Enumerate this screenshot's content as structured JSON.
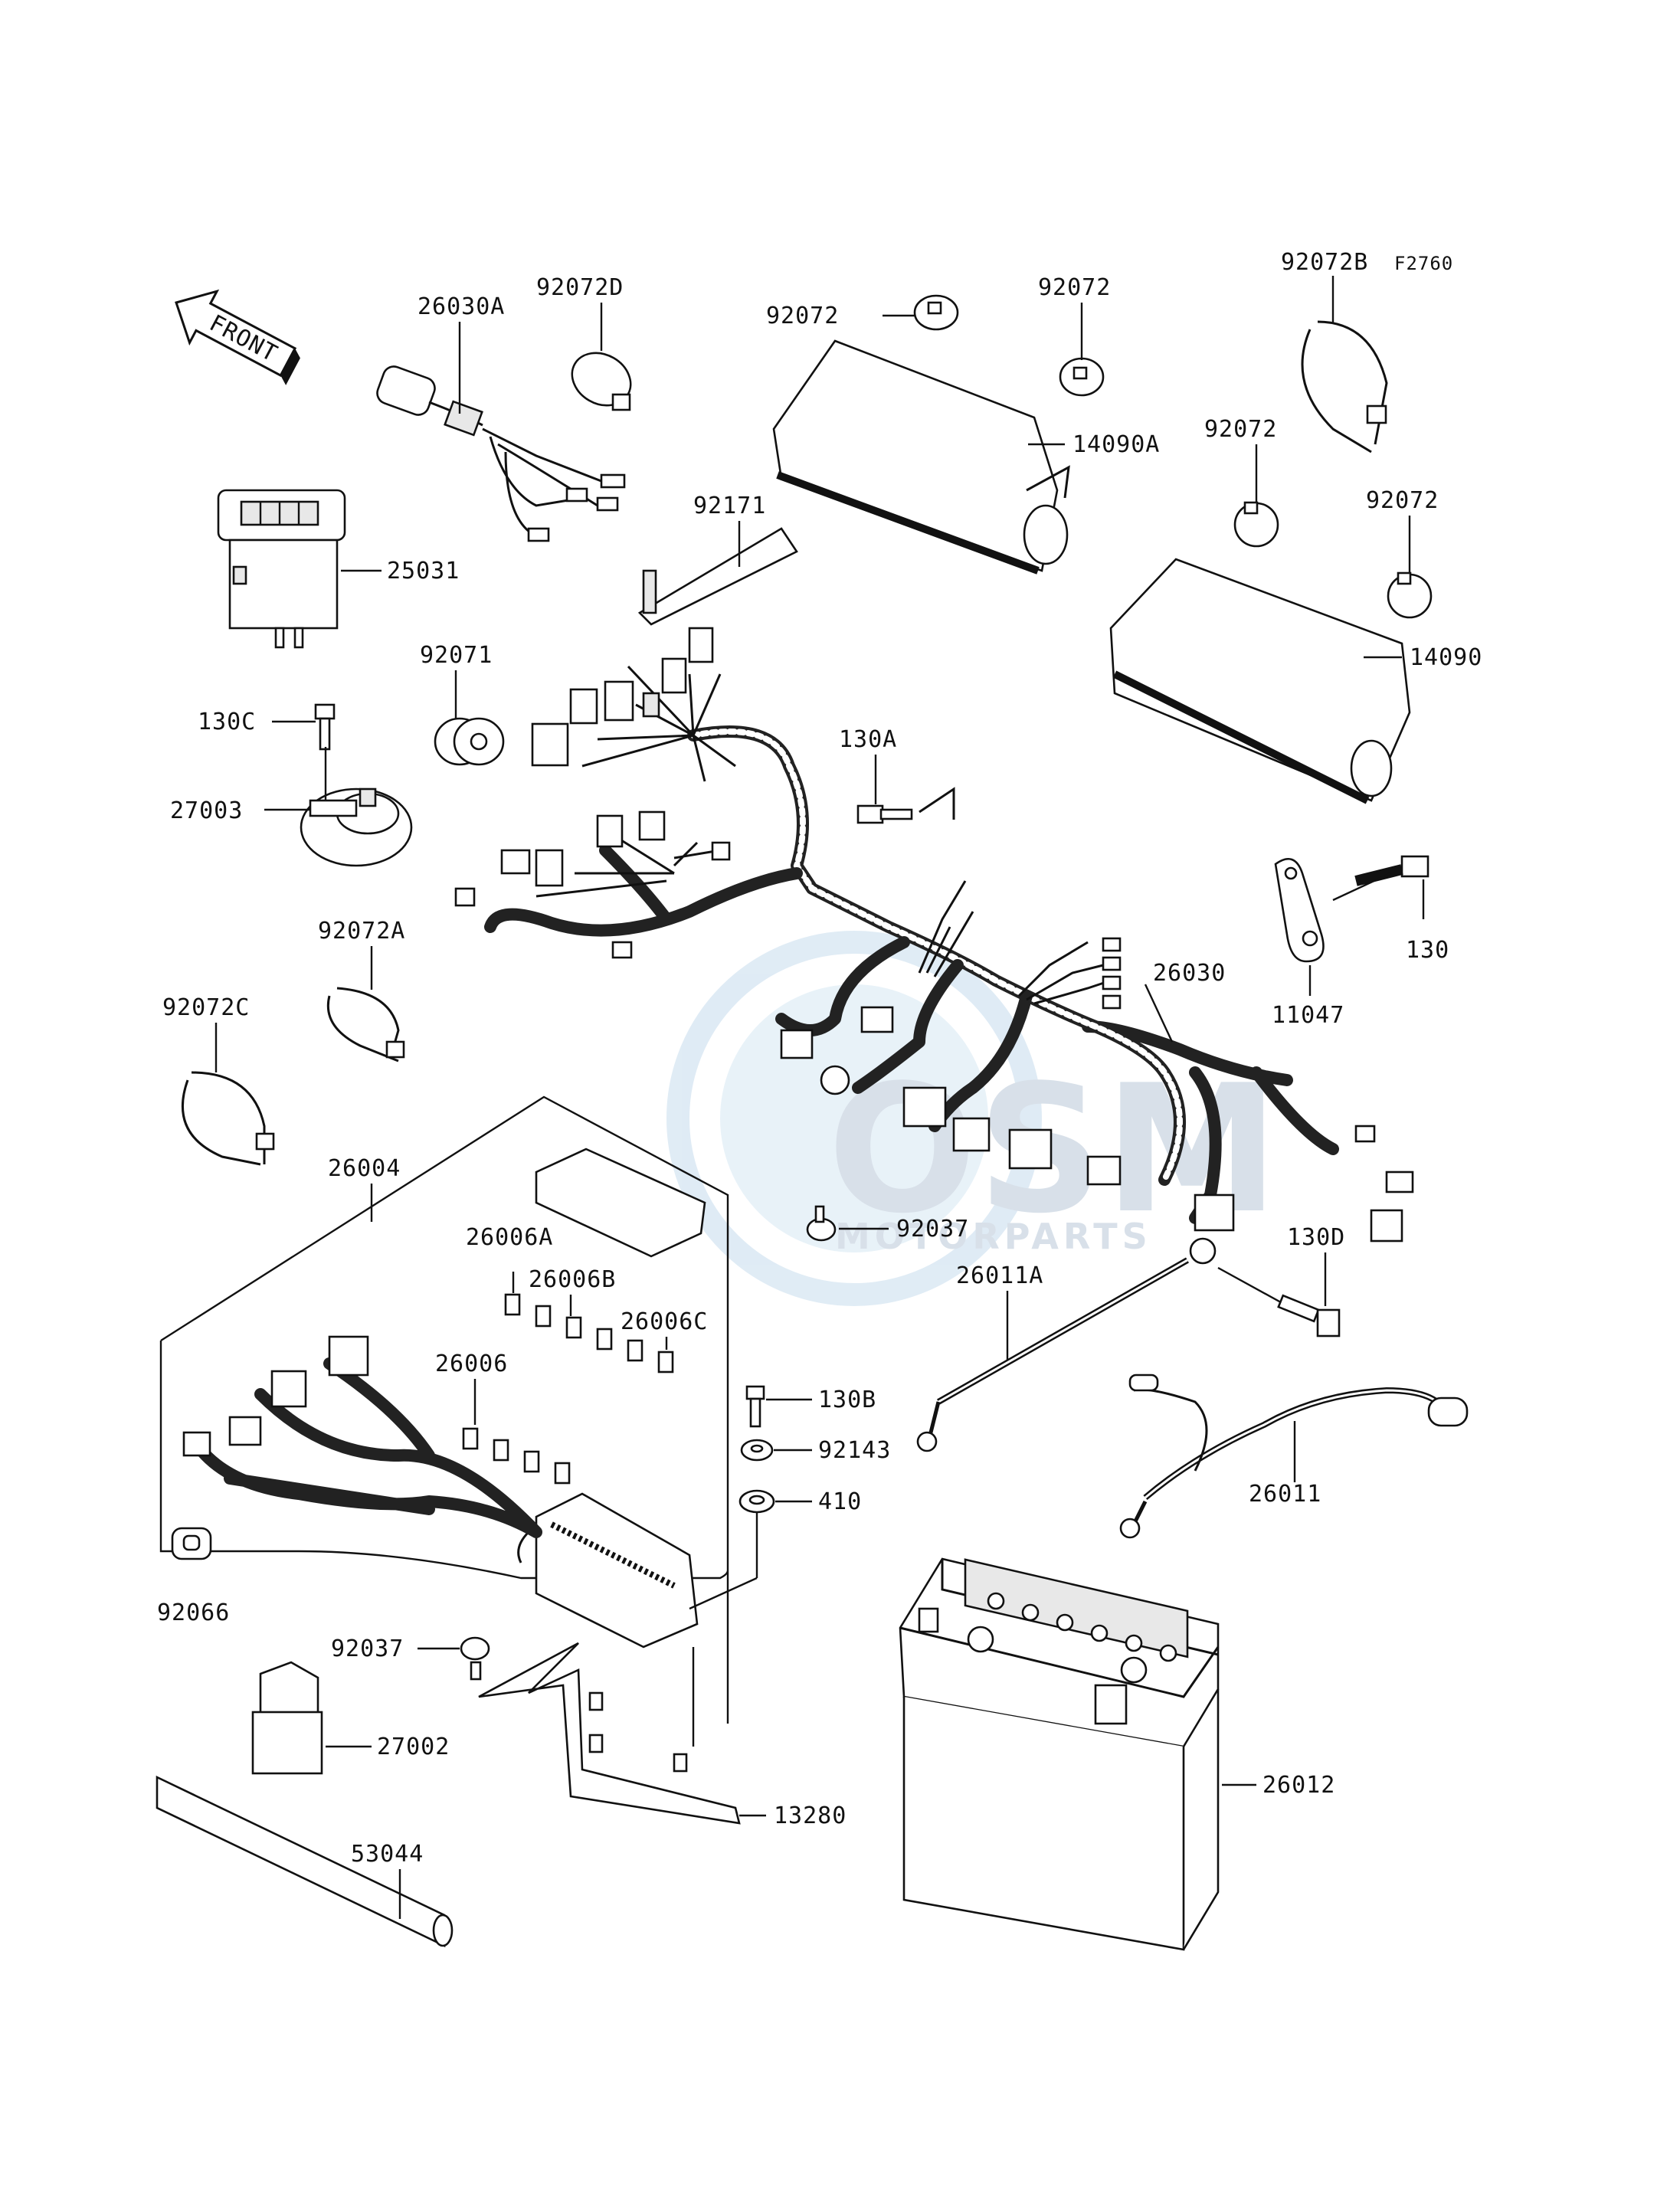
{
  "diagram_code": "F2760",
  "front_label": "FRONT",
  "watermark": {
    "main": "OSM",
    "sub": "MOTORPARTS"
  },
  "parts": {
    "p92072D": "92072D",
    "p26030A": "26030A",
    "p92072_a": "92072",
    "p92072_b": "92072",
    "p14090A": "14090A",
    "p92072B": "92072B",
    "p92072_c": "92072",
    "p92072_d": "92072",
    "p92171": "92171",
    "p25031": "25031",
    "p14090": "14090",
    "p92071": "92071",
    "p130C": "130C",
    "p130A": "130A",
    "p27003": "27003",
    "p130": "130",
    "p92072A": "92072A",
    "p11047": "11047",
    "p92072C": "92072C",
    "p26030": "26030",
    "p26004": "26004",
    "p92037_a": "92037",
    "p26006A": "26006A",
    "p26006B": "26006B",
    "p130D": "130D",
    "p26006C": "26006C",
    "p26011A": "26011A",
    "p26006": "26006",
    "p130B": "130B",
    "p92143": "92143",
    "p26011": "26011",
    "p410": "410",
    "p92066": "92066",
    "p92037_b": "92037",
    "p27002": "27002",
    "p26012": "26012",
    "p13280": "13280",
    "p53044": "53044"
  }
}
